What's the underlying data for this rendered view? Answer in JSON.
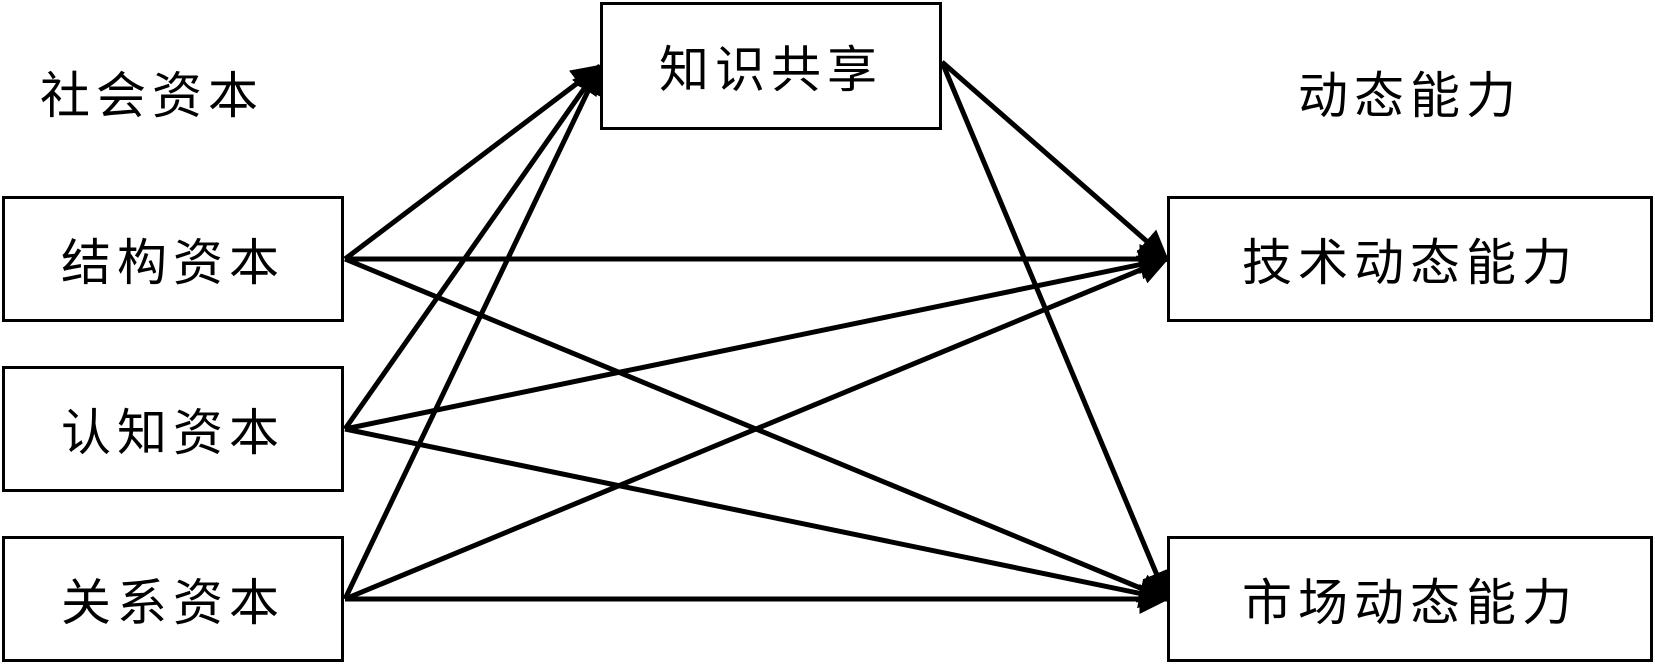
{
  "headings": {
    "social_capital": "社会资本",
    "dynamic_capability": "动态能力"
  },
  "nodes": {
    "structural_capital": "结构资本",
    "cognitive_capital": "认知资本",
    "relational_capital": "关系资本",
    "knowledge_sharing": "知识共享",
    "tech_dynamic_capability": "技术动态能力",
    "market_dynamic_capability": "市场动态能力"
  },
  "edges": [
    {
      "from": "structural_capital",
      "to": "knowledge_sharing"
    },
    {
      "from": "structural_capital",
      "to": "tech_dynamic_capability"
    },
    {
      "from": "structural_capital",
      "to": "market_dynamic_capability"
    },
    {
      "from": "cognitive_capital",
      "to": "knowledge_sharing"
    },
    {
      "from": "cognitive_capital",
      "to": "tech_dynamic_capability"
    },
    {
      "from": "cognitive_capital",
      "to": "market_dynamic_capability"
    },
    {
      "from": "relational_capital",
      "to": "knowledge_sharing"
    },
    {
      "from": "relational_capital",
      "to": "tech_dynamic_capability"
    },
    {
      "from": "relational_capital",
      "to": "market_dynamic_capability"
    },
    {
      "from": "knowledge_sharing",
      "to": "tech_dynamic_capability"
    },
    {
      "from": "knowledge_sharing",
      "to": "market_dynamic_capability"
    }
  ],
  "colors": {
    "stroke": "#000000",
    "background": "#ffffff"
  }
}
